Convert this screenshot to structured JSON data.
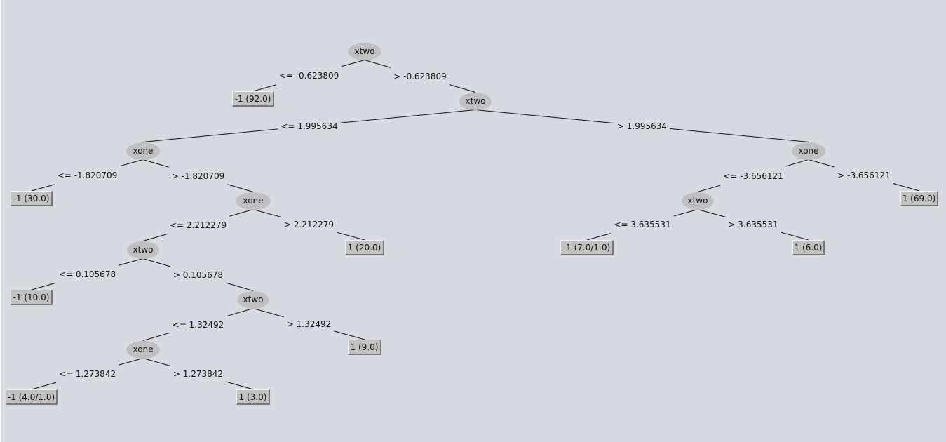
{
  "tree": {
    "nodes": [
      {
        "id": "n1",
        "label": "xtwo"
      },
      {
        "id": "n2",
        "label": "xtwo"
      },
      {
        "id": "n3",
        "label": "xone"
      },
      {
        "id": "n4",
        "label": "xone"
      },
      {
        "id": "n5",
        "label": "xone"
      },
      {
        "id": "n6",
        "label": "xtwo"
      },
      {
        "id": "n7",
        "label": "xtwo"
      },
      {
        "id": "n8",
        "label": "xtwo"
      },
      {
        "id": "n9",
        "label": "xone"
      }
    ],
    "leaves": [
      {
        "id": "l1",
        "label": "-1 (92.0)"
      },
      {
        "id": "l2",
        "label": "-1 (30.0)"
      },
      {
        "id": "l3",
        "label": "1 (20.0)"
      },
      {
        "id": "l4",
        "label": "-1 (10.0)"
      },
      {
        "id": "l5",
        "label": "1 (9.0)"
      },
      {
        "id": "l6",
        "label": "-1 (4.0/1.0)"
      },
      {
        "id": "l7",
        "label": "1 (3.0)"
      },
      {
        "id": "l8",
        "label": "1 (69.0)"
      },
      {
        "id": "l9",
        "label": "-1 (7.0/1.0)"
      },
      {
        "id": "l10",
        "label": "1 (6.0)"
      }
    ],
    "edges": [
      {
        "id": "e1",
        "from": "n1",
        "to": "l1",
        "label": "<= -0.623809"
      },
      {
        "id": "e2",
        "from": "n1",
        "to": "n2",
        "label": "> -0.623809"
      },
      {
        "id": "e3",
        "from": "n2",
        "to": "n3",
        "label": "<= 1.995634"
      },
      {
        "id": "e4",
        "from": "n2",
        "to": "n4",
        "label": "> 1.995634"
      },
      {
        "id": "e5",
        "from": "n3",
        "to": "l2",
        "label": "<= -1.820709"
      },
      {
        "id": "e6",
        "from": "n3",
        "to": "n5",
        "label": "> -1.820709"
      },
      {
        "id": "e7",
        "from": "n5",
        "to": "n6",
        "label": "<= 2.212279"
      },
      {
        "id": "e8",
        "from": "n5",
        "to": "l3",
        "label": "> 2.212279"
      },
      {
        "id": "e9",
        "from": "n6",
        "to": "l4",
        "label": "<= 0.105678"
      },
      {
        "id": "e10",
        "from": "n6",
        "to": "n7",
        "label": "> 0.105678"
      },
      {
        "id": "e11",
        "from": "n7",
        "to": "n9",
        "label": "<= 1.32492"
      },
      {
        "id": "e12",
        "from": "n7",
        "to": "l5",
        "label": "> 1.32492"
      },
      {
        "id": "e13",
        "from": "n9",
        "to": "l6",
        "label": "<= 1.273842"
      },
      {
        "id": "e14",
        "from": "n9",
        "to": "l7",
        "label": "> 1.273842"
      },
      {
        "id": "e15",
        "from": "n4",
        "to": "n8",
        "label": "<= -3.656121"
      },
      {
        "id": "e16",
        "from": "n4",
        "to": "l8",
        "label": "> -3.656121"
      },
      {
        "id": "e17",
        "from": "n8",
        "to": "l9",
        "label": "<= 3.635531"
      },
      {
        "id": "e18",
        "from": "n8",
        "to": "l10",
        "label": "> 3.635531"
      }
    ]
  }
}
